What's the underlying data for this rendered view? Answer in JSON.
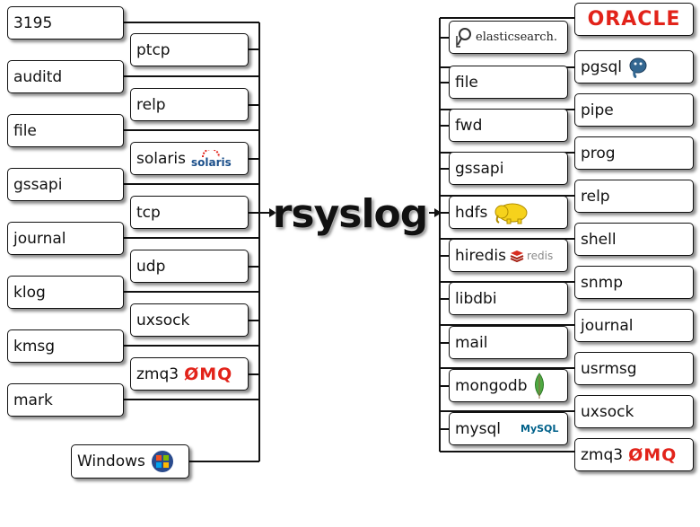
{
  "center": {
    "label": "rsyslog"
  },
  "inputs_outer": [
    {
      "label": "3195"
    },
    {
      "label": "auditd"
    },
    {
      "label": "file"
    },
    {
      "label": "gssapi"
    },
    {
      "label": "journal"
    },
    {
      "label": "klog"
    },
    {
      "label": "kmsg"
    },
    {
      "label": "mark"
    }
  ],
  "inputs_inner": [
    {
      "label": "ptcp"
    },
    {
      "label": "relp"
    },
    {
      "label": "solaris",
      "logo_text": "solaris"
    },
    {
      "label": "tcp"
    },
    {
      "label": "udp"
    },
    {
      "label": "uxsock"
    },
    {
      "label": "zmq3",
      "logo_text": "ØMQ"
    }
  ],
  "input_windows": {
    "label": "Windows",
    "icon": "windows-logo-icon"
  },
  "outputs_inner": [
    {
      "label": "",
      "logo_text": "elasticsearch."
    },
    {
      "label": "file"
    },
    {
      "label": "fwd"
    },
    {
      "label": "gssapi"
    },
    {
      "label": "hdfs",
      "icon": "hadoop-elephant-icon"
    },
    {
      "label": "hiredis",
      "logo_text": "redis"
    },
    {
      "label": "libdbi"
    },
    {
      "label": "mail"
    },
    {
      "label": "mongodb",
      "icon": "mongodb-leaf-icon"
    },
    {
      "label": "mysql",
      "logo_text": "MySQL"
    }
  ],
  "outputs_outer": [
    {
      "label": "",
      "logo_text": "ORACLE"
    },
    {
      "label": "pgsql",
      "icon": "postgresql-elephant-icon"
    },
    {
      "label": "pipe"
    },
    {
      "label": "prog"
    },
    {
      "label": "relp"
    },
    {
      "label": "shell"
    },
    {
      "label": "snmp"
    },
    {
      "label": "journal"
    },
    {
      "label": "usrmsg"
    },
    {
      "label": "uxsock"
    },
    {
      "label": "zmq3",
      "logo_text": "ØMQ"
    }
  ],
  "colors": {
    "line": "#111111",
    "zmq_red": "#e2231a",
    "oracle_red": "#e2231a"
  }
}
